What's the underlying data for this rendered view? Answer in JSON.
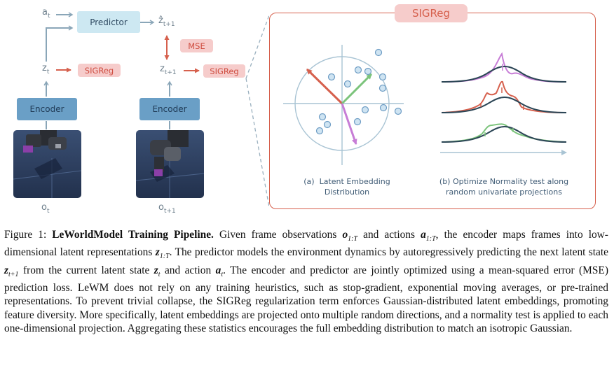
{
  "pipeline": {
    "labels": {
      "a_t": "a",
      "a_t_sub": "t",
      "z_t": "z",
      "z_t_sub": "t",
      "zhat": "ẑ",
      "zhat_sub": "t+1",
      "z_t1": "z",
      "z_t1_sub": "t+1",
      "o_t": "o",
      "o_t_sub": "t",
      "o_t1": "o",
      "o_t1_sub": "t+1"
    },
    "predictor": "Predictor",
    "encoder": "Encoder",
    "mse": "MSE",
    "sigreg": "SIGReg"
  },
  "panel": {
    "title": "SIGReg",
    "caption_a_prefix": "(a)",
    "caption_a_line1": "Latent Embedding",
    "caption_a_line2": "Distribution",
    "caption_b_line1": "(b) Optimize Normality test along",
    "caption_b_line2": "random univariate projections"
  },
  "colors": {
    "accent_red": "#d6604d",
    "sig_fill": "#f6cccb",
    "predictor_fill": "#cde8f2",
    "encoder_fill": "#6a9fc6",
    "purple": "#c77dd6",
    "green": "#7cc47c",
    "dark_curve": "#2c4656",
    "axis": "#a9c4d4"
  },
  "figure_caption": {
    "label": "Figure 1:",
    "title": "LeWorldModel Training Pipeline.",
    "s1a": "Given frame observations",
    "o_sym": "o",
    "range": "1:T",
    "s1b": "and actions",
    "a_sym": "a",
    "s1c": ", the encoder maps frames into low-dimensional latent representations",
    "z_sym": "z",
    "s2a": ". The predictor models the environment dynamics by autoregressively predicting the next latent state",
    "sub_t1": "t+1",
    "s2b": "from the current latent state",
    "sub_t": "t",
    "s2c": "and action",
    "s2d": ". The encoder and predictor are jointly optimized using a mean-squared error (MSE) prediction loss. LeWM does not rely on any training heuristics, such as stop-gradient, exponential moving averages, or pre-trained representations. To prevent trivial collapse, the SIGReg regularization term enforces Gaussian-distributed latent embeddings, promoting feature diversity. More specifically, latent embeddings are projected onto multiple random directions, and a normality test is applied to each one-dimensional projection. Aggregating these statistics encourages the full embedding distribution to match an isotropic Gaussian."
  }
}
